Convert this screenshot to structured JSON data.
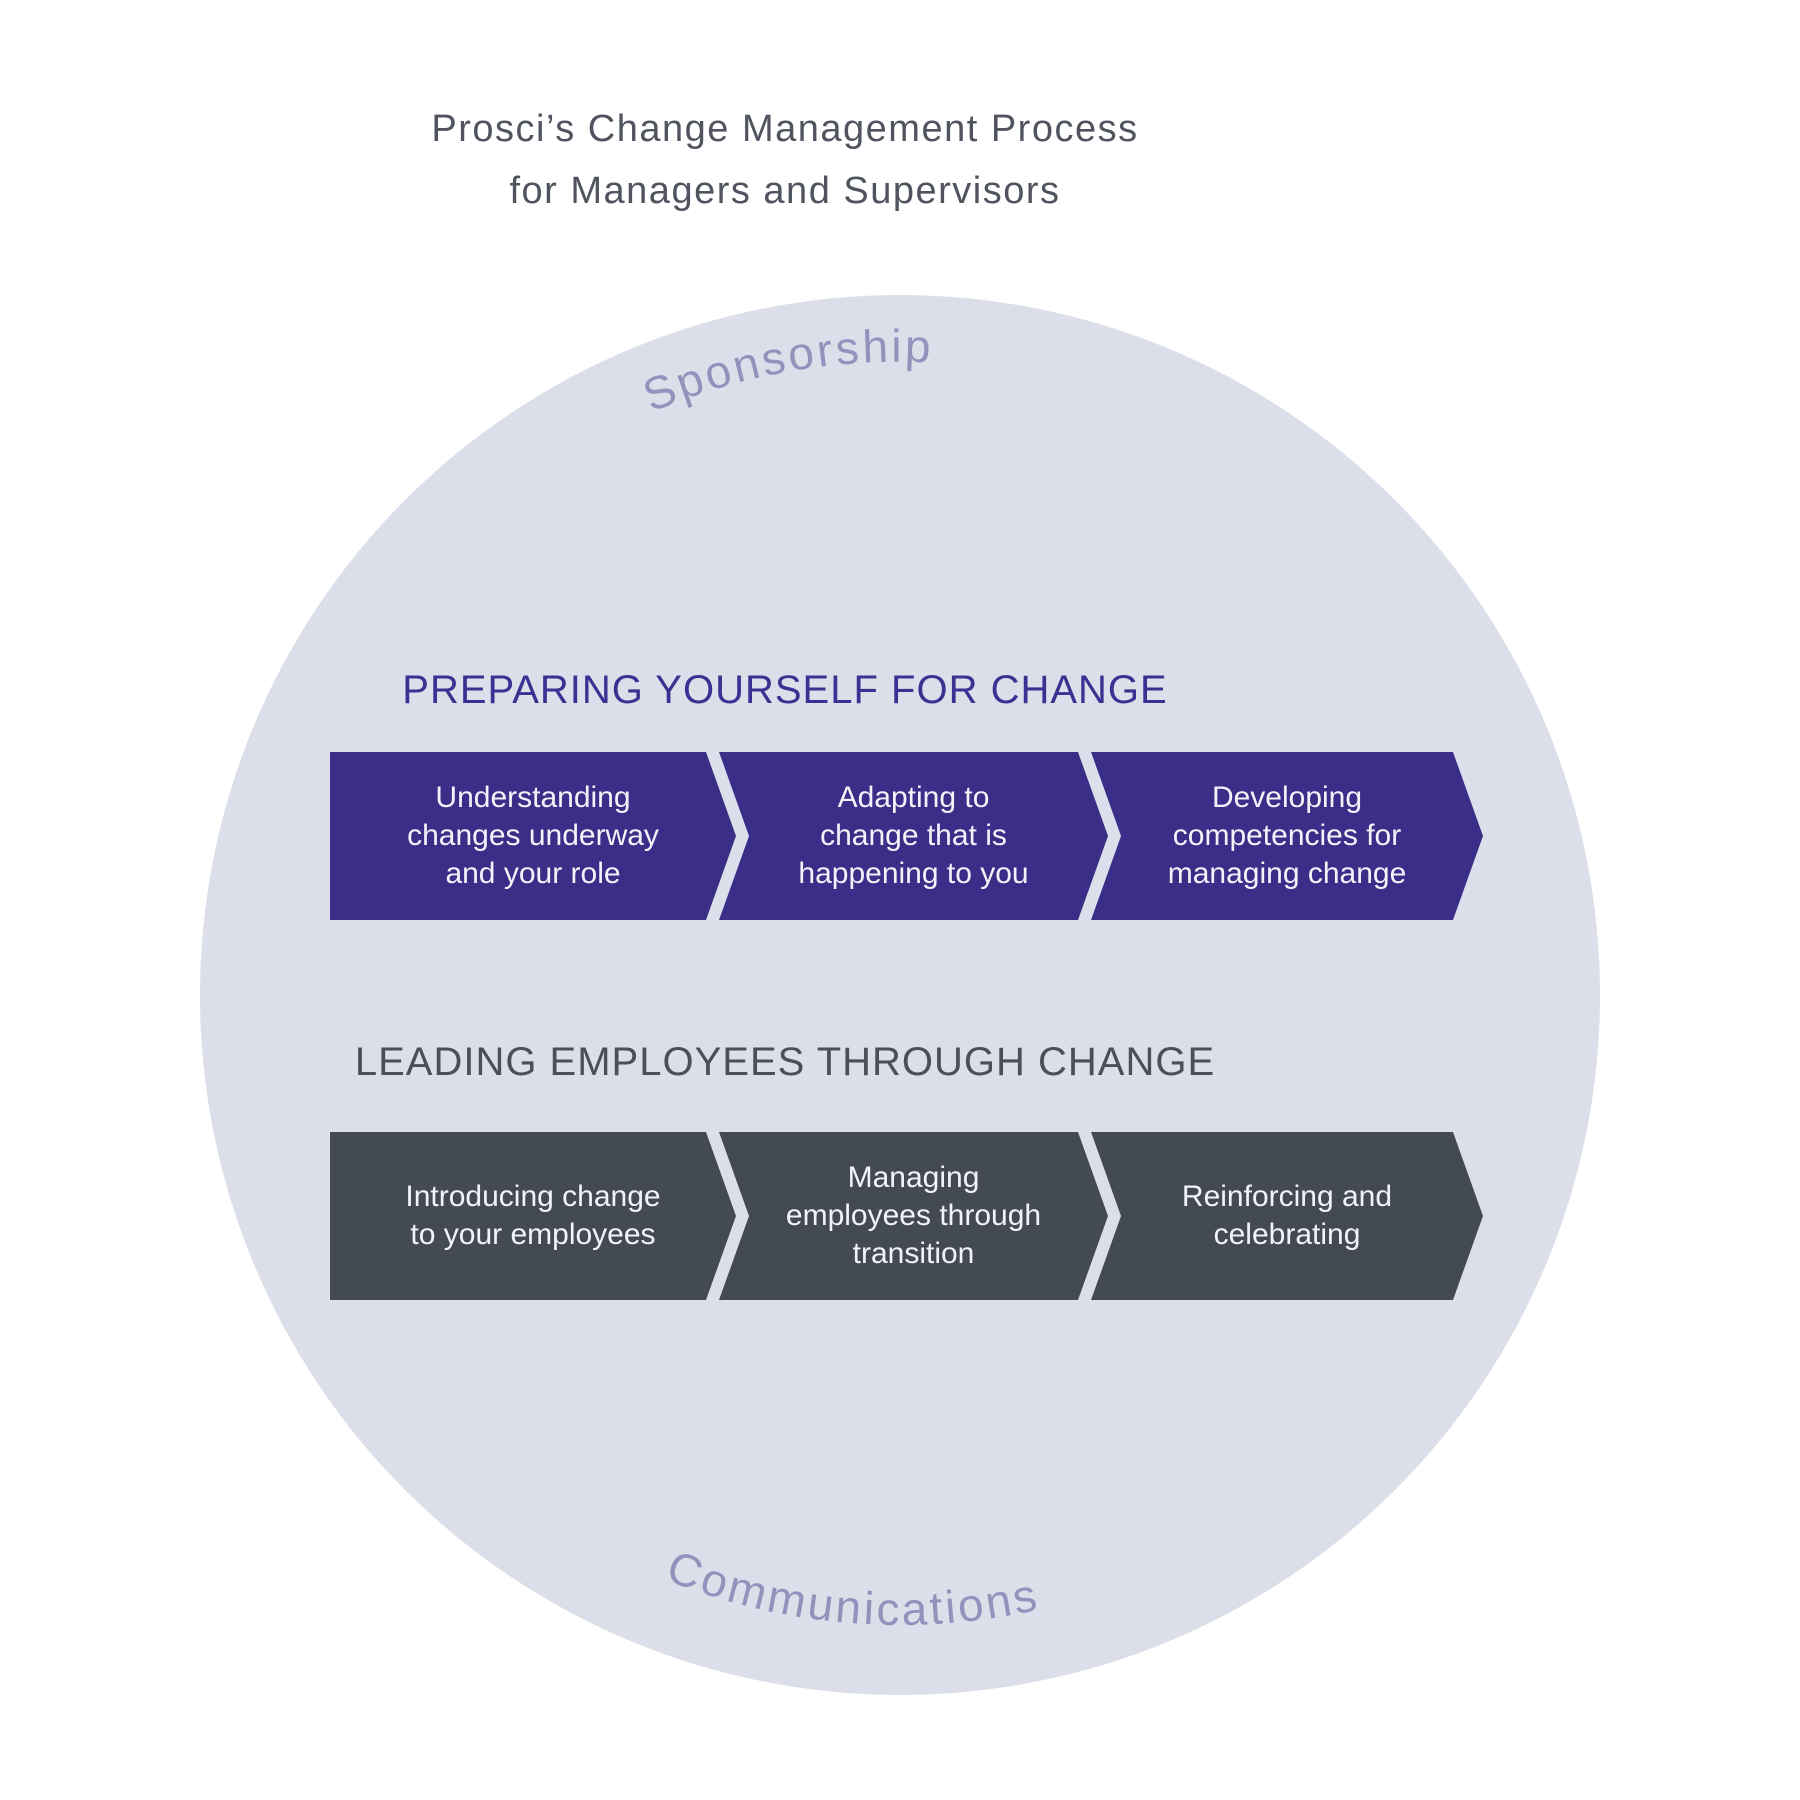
{
  "title": {
    "line1": "Prosci’s Change Management Process",
    "line2": "for Managers and Supervisors"
  },
  "circle": {
    "background_color": "#dcdfe9",
    "arc_label_color": "#9193bc",
    "label_top": "Sponsorship",
    "label_bottom": "Communications"
  },
  "sections": [
    {
      "heading": "PREPARING YOURSELF FOR CHANGE",
      "heading_color": "#3c3192",
      "arrow_color": "#3a2e88",
      "steps": [
        {
          "label": "Understanding\nchanges underway\nand your role"
        },
        {
          "label": "Adapting to\nchange that is\nhappening to you"
        },
        {
          "label": "Developing\ncompetencies for\nmanaging change"
        }
      ]
    },
    {
      "heading": "LEADING EMPLOYEES THROUGH CHANGE",
      "heading_color": "#495058",
      "arrow_color": "#434a54",
      "steps": [
        {
          "label": "Introducing change\nto your employees"
        },
        {
          "label": "Managing\nemployees through\ntransition"
        },
        {
          "label": "Reinforcing and\ncelebrating"
        }
      ]
    }
  ]
}
